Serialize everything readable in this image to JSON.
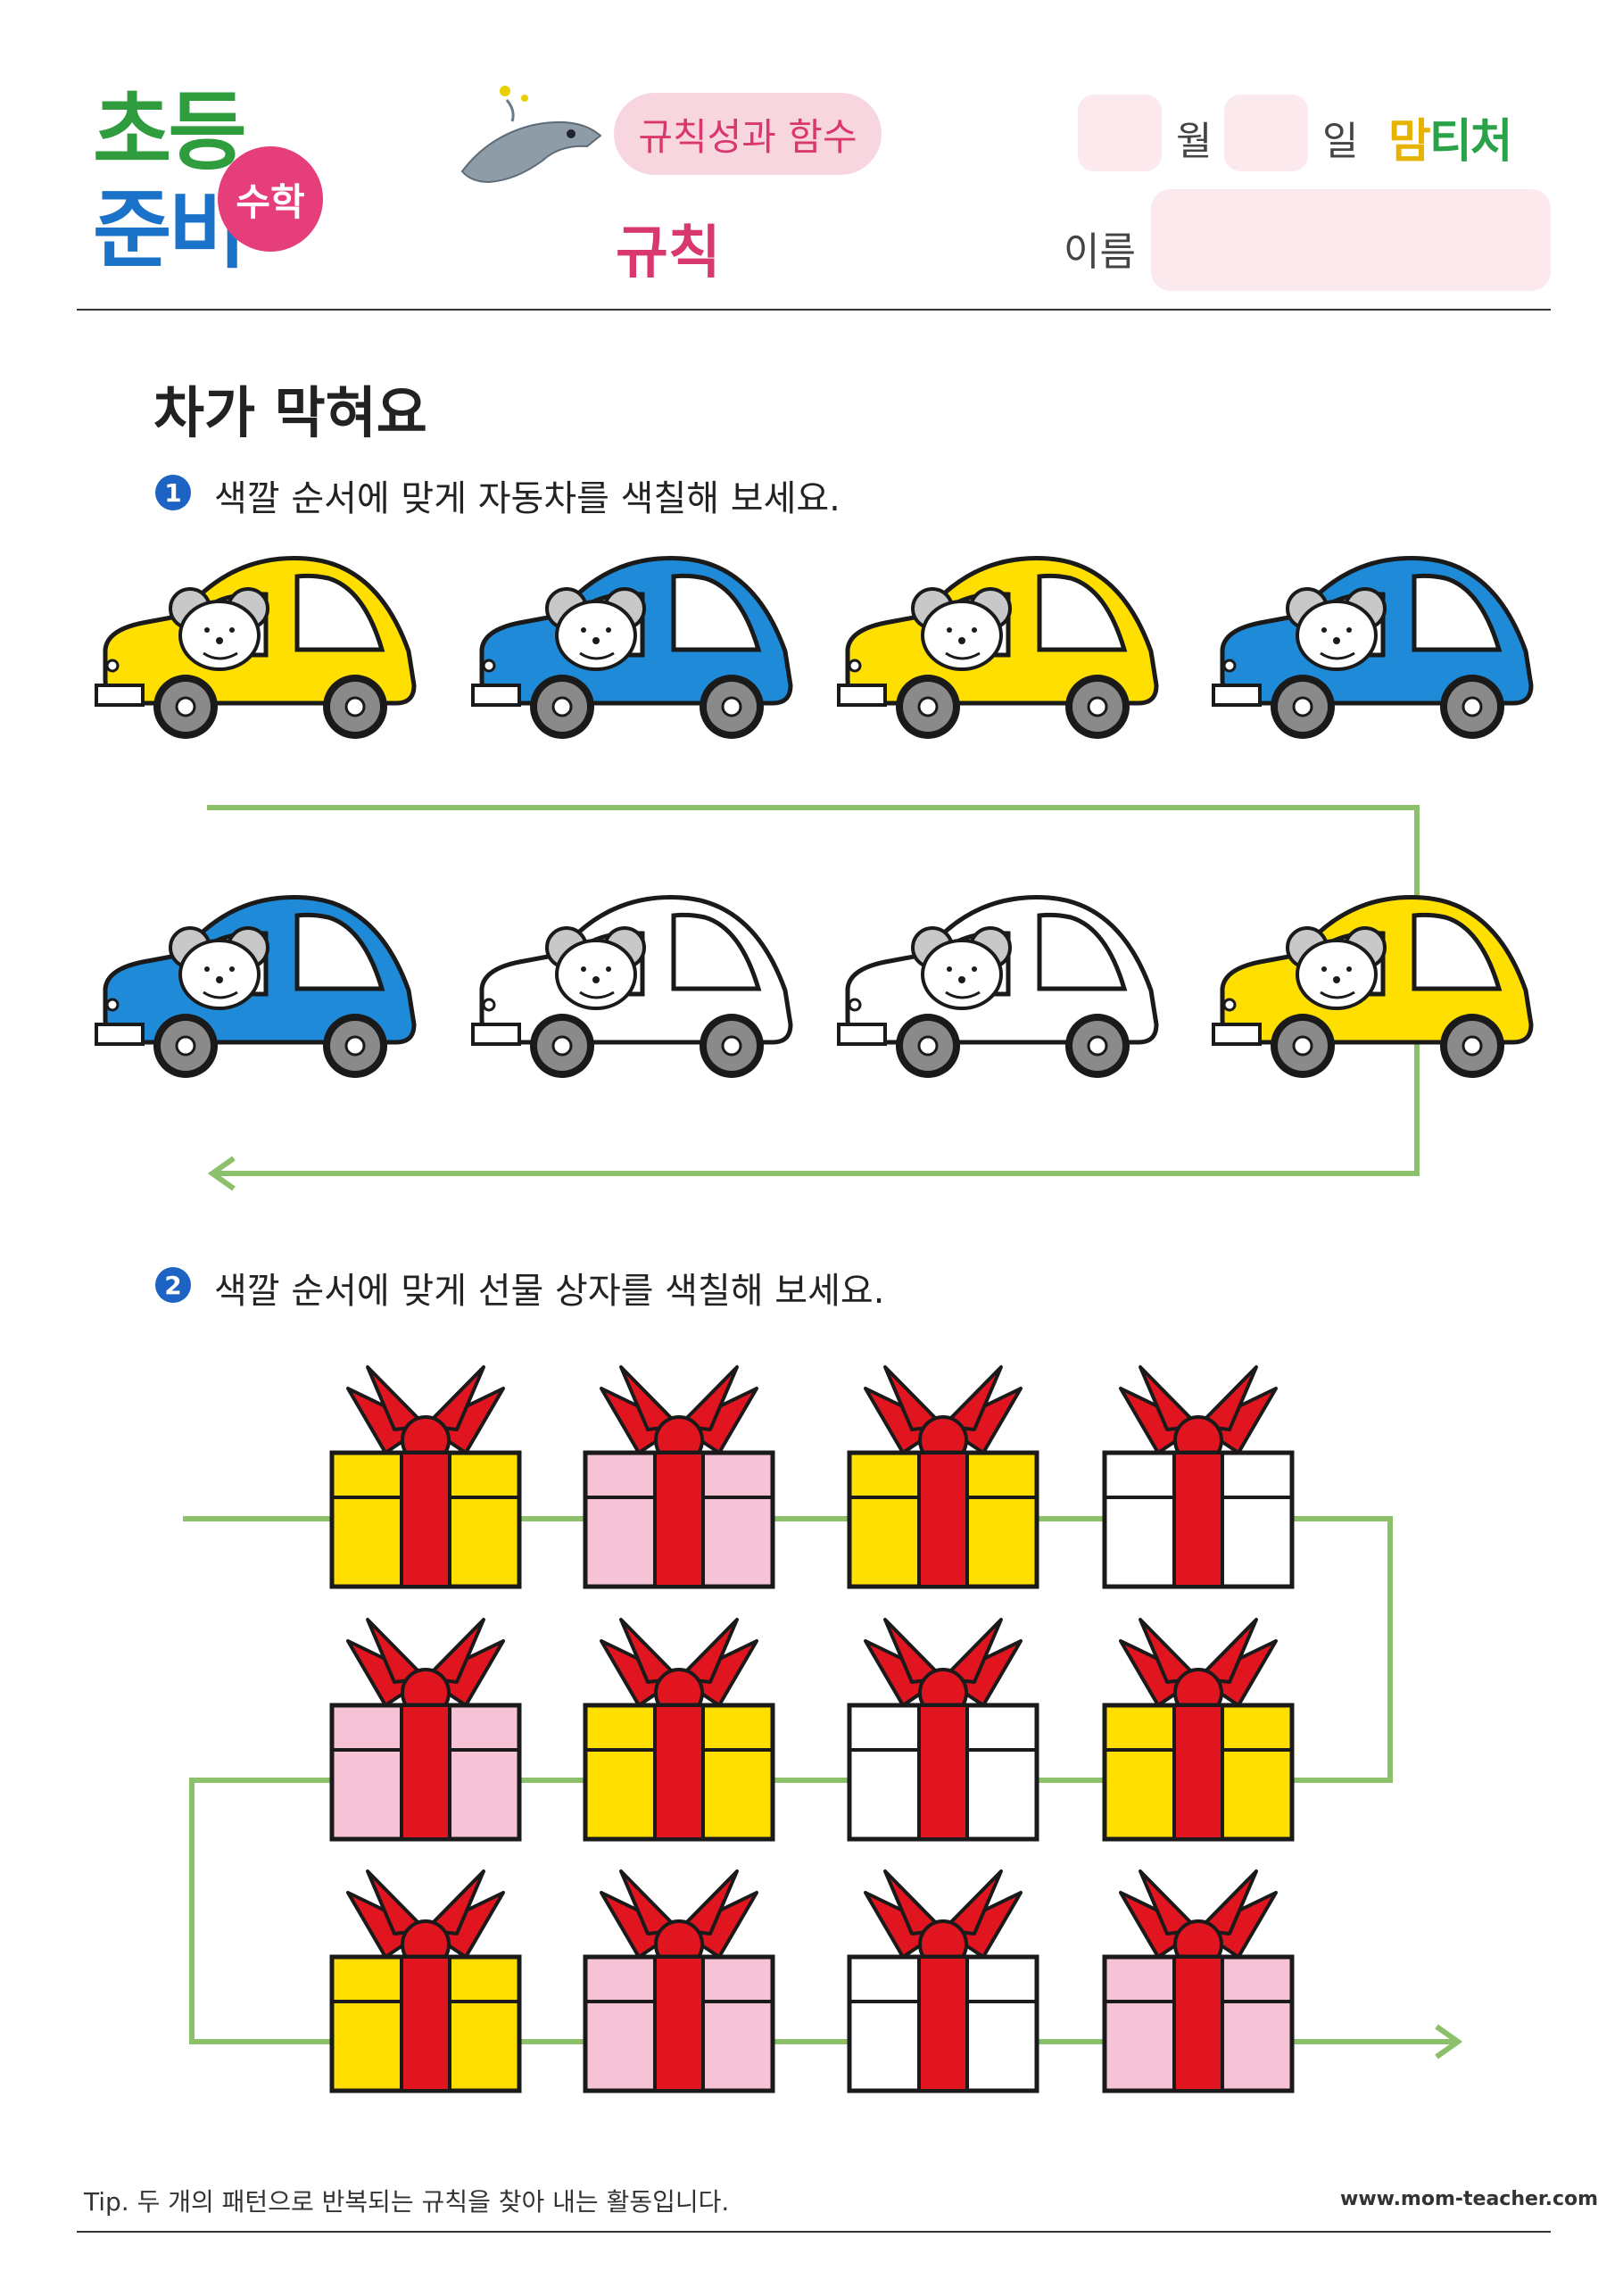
{
  "header": {
    "logo_line1": "초등",
    "logo_line2": "준비",
    "logo_badge": "수학",
    "unit_pill": "규칙성과 함수",
    "subtitle": "규칙",
    "month_label": "월",
    "day_label": "일",
    "name_label": "이름",
    "brand_a": "맘",
    "brand_b": "티처"
  },
  "worksheet": {
    "title": "차가 막혀요",
    "q1_number": "1",
    "q1_text": "색깔 순서에 맞게 자동차를 색칠해 보세요.",
    "q2_number": "2",
    "q2_text": "색깔 순서에 맞게 선물 상자를 색칠해 보세요."
  },
  "cars": {
    "row1": [
      "yellow",
      "blue",
      "yellow",
      "blue"
    ],
    "row2": [
      "blue",
      "white",
      "white",
      "yellow"
    ]
  },
  "gifts": {
    "row1": [
      "yellow",
      "pink",
      "yellow",
      "white"
    ],
    "row2": [
      "pink",
      "yellow",
      "white",
      "yellow"
    ],
    "row3": [
      "yellow",
      "pink",
      "white",
      "pink"
    ]
  },
  "colors": {
    "yellow": "#ffdf00",
    "blue": "#1f8ad8",
    "white": "#ffffff",
    "pink": "#f6c3d6",
    "ribbon": "#e0151f",
    "path": "#8cc06a",
    "accent": "#e63d7b"
  },
  "footer": {
    "tip": "Tip. 두 개의 패턴으로 반복되는 규칙을 찾아 내는 활동입니다.",
    "url": "www.mom-teacher.com"
  }
}
